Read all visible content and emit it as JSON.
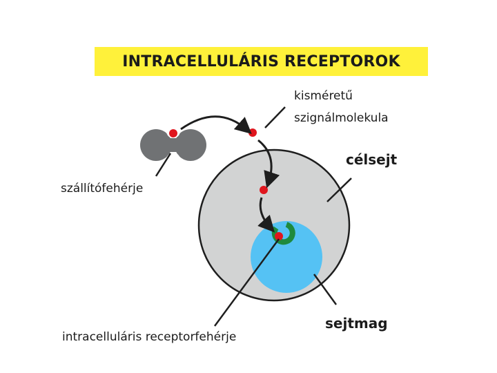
{
  "title": "INTRACELLULÁRIS RECEPTOROK",
  "labels": {
    "signal_molecule_line1": "kisméretű",
    "signal_molecule_line2": "szignálmolekula",
    "carrier_protein": "szállítófehérje",
    "target_cell": "célsejt",
    "nucleus": "sejtmag",
    "receptor_protein": "intracelluláris receptorfehérje"
  },
  "colors": {
    "title_background": "#fff13a",
    "cell": "#d2d3d3",
    "cell_outline": "#1e1e1e",
    "nucleus": "#55c2f4",
    "receptor": "#1e8a3e",
    "signal_molecule": "#e0161e",
    "carrier_protein": "#707274"
  }
}
